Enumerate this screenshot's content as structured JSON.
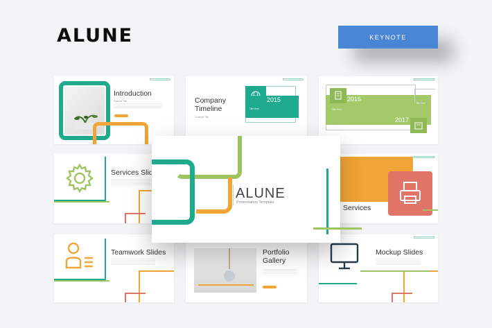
{
  "header": {
    "brand": "ALUNE",
    "badge": "KEYNOTE"
  },
  "slides": {
    "introduction": {
      "title": "Introduction",
      "small": "Example Title"
    },
    "company_timeline": {
      "title_line1": "Company",
      "title_line2": "Timeline",
      "small": "Example Title",
      "year": "2015",
      "box_label": "Title Here"
    },
    "timeline2": {
      "year_a": "2016",
      "year_b": "2017",
      "label_a": "Title Here",
      "label_b": "Title Here"
    },
    "services": {
      "title": "Services Slid"
    },
    "services2": {
      "title": "Services"
    },
    "teamwork": {
      "title": "Teamwork Slides"
    },
    "portfolio": {
      "title_line1": "Portfolio",
      "title_line2": "Gallery"
    },
    "mockup": {
      "title": "Mockup Slides"
    }
  },
  "center": {
    "title": "ALUNE",
    "subtitle": "Presentation Template"
  },
  "colors": {
    "teal": "#1faa8e",
    "green": "#9dc45f",
    "orange": "#f2a536",
    "coral": "#e07467",
    "blue": "#4a86d6",
    "navy": "#2b3a4a"
  },
  "icons": [
    "plant-photo",
    "globe-icon",
    "document-icon",
    "gear-icon",
    "printer-icon",
    "user-list-icon",
    "lamp-photo",
    "monitor-icon"
  ]
}
